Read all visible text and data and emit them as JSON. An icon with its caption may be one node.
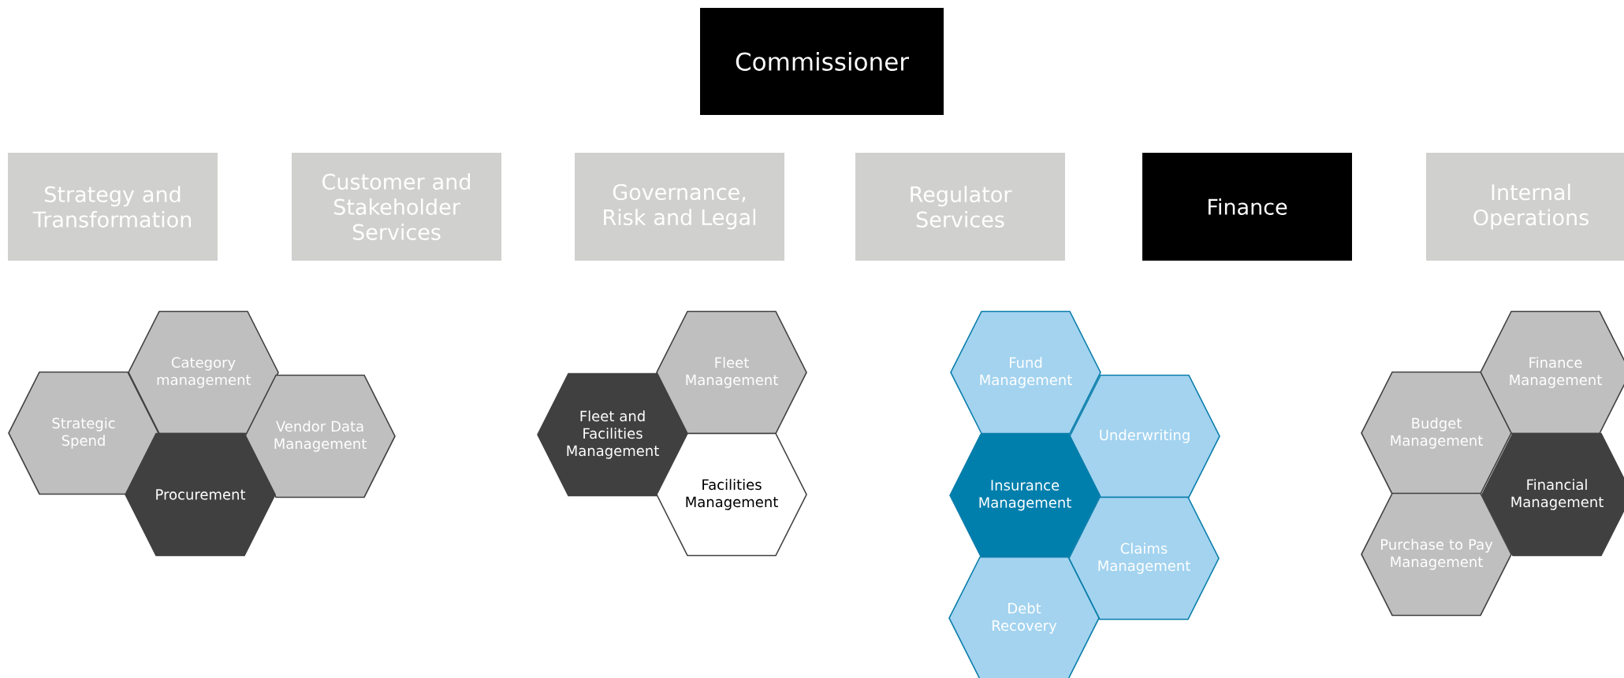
{
  "diagram": {
    "nodes": [
      {
        "text": [
          "Commissioner"
        ]
      },
      {
        "text": [
          "Strategy and Transformation"
        ]
      },
      {
        "text": [
          "Customer and Stakeholder Services"
        ]
      },
      {
        "text": [
          "Governance, Risk and Legal"
        ]
      },
      {
        "text": [
          "Regulator Services"
        ]
      },
      {
        "text": [
          "Finance"
        ]
      },
      {
        "text": [
          "Internal Operations"
        ]
      },
      {
        "text": [
          "Category management"
        ]
      },
      {
        "text": [
          "Strategic Spend"
        ]
      },
      {
        "text": [
          "Vendor Data Management"
        ]
      },
      {
        "text": [
          "Procurement"
        ]
      },
      {
        "text": [
          "Fleet Management"
        ]
      },
      {
        "text": [
          "Fleet and Facilities Management"
        ]
      },
      {
        "text": [
          "Facilities Management"
        ]
      },
      {
        "text": [
          "Fund Management"
        ]
      },
      {
        "text": [
          "Underwriting"
        ]
      },
      {
        "text": [
          "Insurance Management"
        ]
      },
      {
        "text": [
          "Claims Management"
        ]
      },
      {
        "text": [
          "Debt Recovery"
        ]
      },
      {
        "text": [
          "Finance Management"
        ]
      },
      {
        "text": [
          "Budget Management"
        ]
      },
      {
        "text": [
          "Financial Management"
        ]
      },
      {
        "text": [
          "Purchase to Pay Management"
        ]
      }
    ]
  }
}
